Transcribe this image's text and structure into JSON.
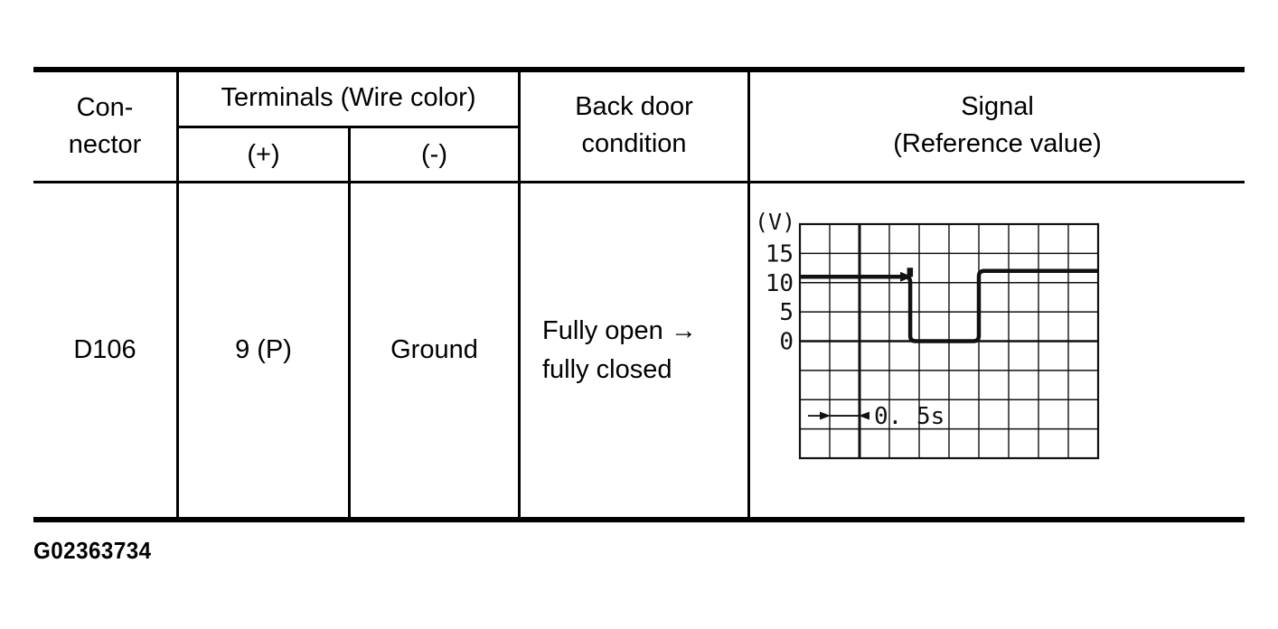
{
  "document": {
    "figure_id": "G02363734"
  },
  "table": {
    "header": {
      "connector_line1": "Con-",
      "connector_line2": "nector",
      "terminals": "Terminals (Wire color)",
      "terminal_plus": "(+)",
      "terminal_minus": "(-)",
      "back_door_line1": "Back door",
      "back_door_line2": "condition",
      "signal_line1": "Signal",
      "signal_line2": "(Reference value)"
    },
    "row": {
      "connector": "D106",
      "terminal_plus": "9 (P)",
      "terminal_minus": "Ground",
      "condition_line1": "Fully open →",
      "condition_line2": "fully closed"
    }
  },
  "chart_data": {
    "type": "line",
    "title": "Signal (Reference value)",
    "ylabel": "(V)",
    "y_tick_labels": [
      "15",
      "10",
      "5",
      "0"
    ],
    "y_tick_values": [
      15,
      10,
      5,
      0
    ],
    "x_divisions": 10,
    "y_divisions": 8,
    "volts_per_division": 5,
    "seconds_per_division": 0.5,
    "zero_row": 4,
    "bold_column": 2,
    "grid": true,
    "series": [
      {
        "points_div_volts": [
          [
            0,
            11
          ],
          [
            3.7,
            11
          ],
          [
            3.7,
            0
          ],
          [
            6,
            0
          ],
          [
            6,
            12
          ],
          [
            10,
            12
          ]
        ]
      }
    ],
    "annotation": {
      "label": "0. 5s",
      "from_division": 1,
      "to_division": 2,
      "row_offset": 6.55
    }
  }
}
